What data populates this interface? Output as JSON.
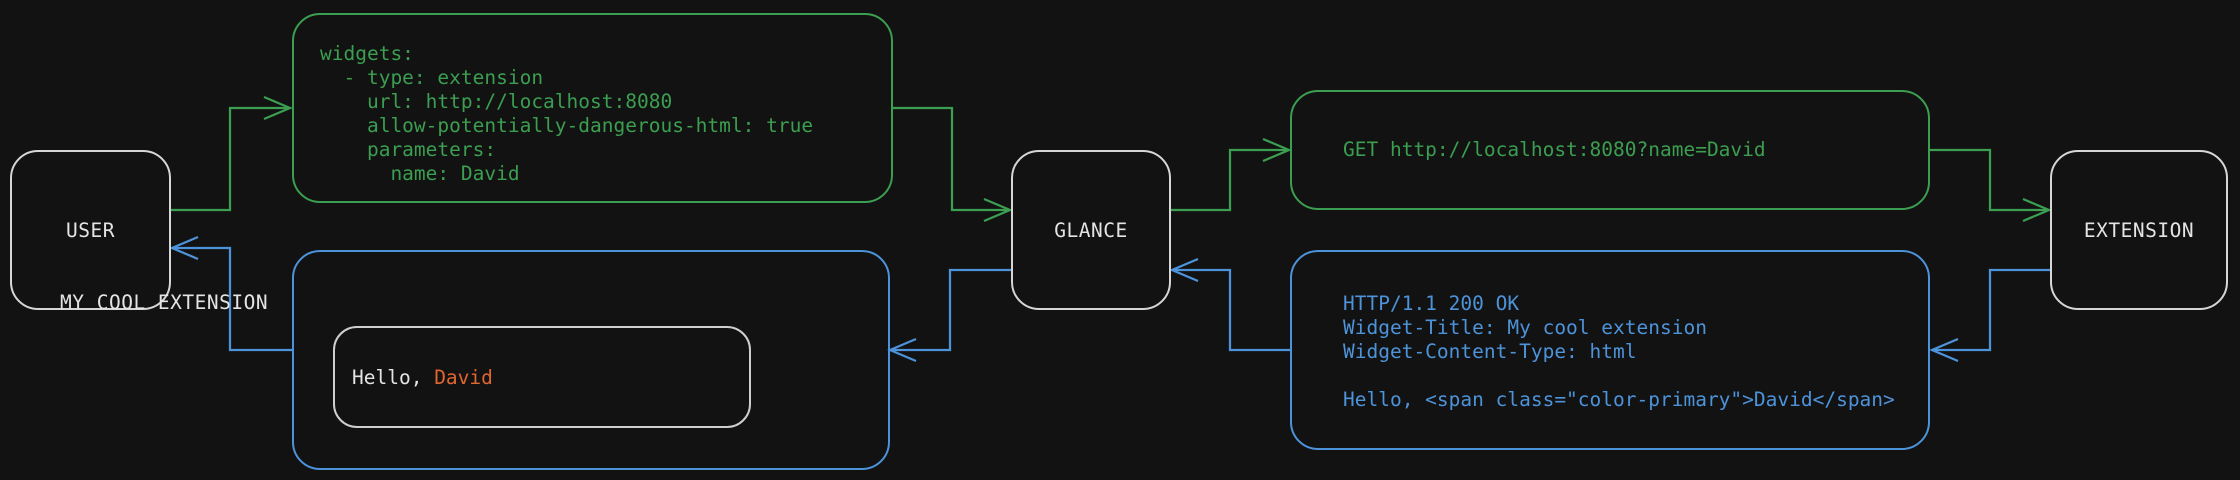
{
  "colors": {
    "bg": "#121212",
    "green": "#3b9e50",
    "blue": "#4d93da",
    "orange": "#e0662f",
    "border_light": "#d6d6d6",
    "text_light": "#e4e4e4"
  },
  "nodes": {
    "user": {
      "label": "USER"
    },
    "glance": {
      "label": "GLANCE"
    },
    "extension": {
      "label": "EXTENSION"
    }
  },
  "messages": {
    "config_yaml": {
      "code": "widgets:\n  - type: extension\n    url: http://localhost:8080\n    allow-potentially-dangerous-html: true\n    parameters:\n      name: David"
    },
    "http_request": {
      "code": "GET http://localhost:8080?name=David"
    },
    "http_response": {
      "code": "HTTP/1.1 200 OK\nWidget-Title: My cool extension\nWidget-Content-Type: html\n\nHello, <span class=\"color-primary\">David</span>"
    },
    "widget_preview": {
      "title": "MY COOL EXTENSION",
      "greeting_prefix": "Hello, ",
      "greeting_name": "David"
    }
  }
}
